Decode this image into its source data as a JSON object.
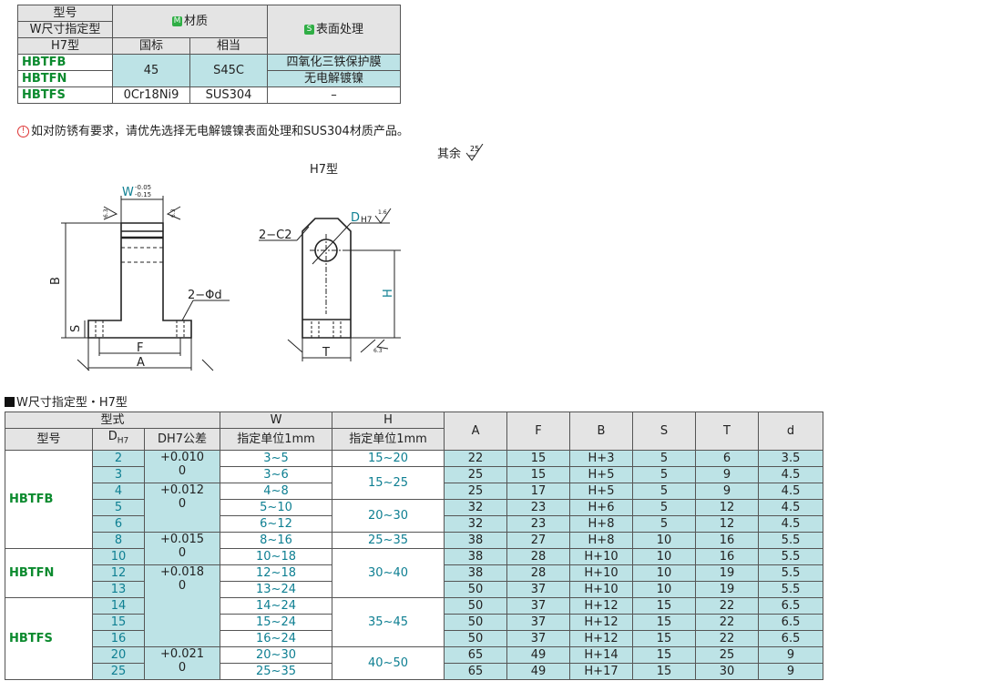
{
  "material_table": {
    "h_model_1": "型号",
    "h_model_2": "W尺寸指定型",
    "h_model_3": "H7型",
    "h_material_badge": "M",
    "h_material": "材质",
    "h_gb": "国标",
    "h_equiv": "相当",
    "h_surface_badge": "S",
    "h_surface": "表面处理",
    "rows": [
      {
        "model": "HBTFB",
        "gb": "45",
        "equiv": "S45C",
        "surface": "四氧化三铁保护膜"
      },
      {
        "model": "HBTFN",
        "surface": "无电解镀镍"
      },
      {
        "model": "HBTFS",
        "gb": "0Cr18Ni9",
        "equiv": "SUS304",
        "surface": "–"
      }
    ]
  },
  "note": {
    "icon": "!",
    "text": "如对防锈有要求，请优先选择无电解镀镍表面处理和SUS304材质产品。"
  },
  "rest_label": "其余",
  "rest_value": "25",
  "h7_title": "H7型",
  "drawing": {
    "w_label": "W",
    "w_tol_upper": "-0.05",
    "w_tol_lower": "-0.15",
    "rough_63": "6.3",
    "b_label": "B",
    "s_label": "S",
    "hole_label": "2−Φd",
    "f_label": "F",
    "a_label": "A",
    "c2_label": "2−C2",
    "d_label": "D",
    "d_sub": "H7",
    "rough_16": "1.6",
    "h_label": "H",
    "t_label": "T"
  },
  "section_title": "W尺寸指定型・H7型",
  "spec_table": {
    "h_type": "型式",
    "h_model": "型号",
    "h_d": "D",
    "h_d_sub": "H7",
    "h_dtol": "DH7公差",
    "h_w": "W",
    "h_w_sub": "指定单位1mm",
    "h_h": "H",
    "h_h_sub": "指定单位1mm",
    "h_a": "A",
    "h_f": "F",
    "h_b": "B",
    "h_s": "S",
    "h_t": "T",
    "h_dd": "d",
    "models": [
      "HBTFB",
      "HBTFN",
      "HBTFS"
    ],
    "tol_groups": [
      {
        "plus": "+0.010",
        "zero": "0"
      },
      {
        "plus": "+0.012",
        "zero": "0"
      },
      {
        "plus": "+0.015",
        "zero": "0"
      },
      {
        "plus": "+0.018",
        "zero": "0"
      },
      {
        "plus": "+0.021",
        "zero": "0"
      }
    ],
    "h_groups": [
      "15~20",
      "15~25",
      "20~30",
      "25~35",
      "30~40",
      "35~45",
      "40~50"
    ],
    "rows": [
      {
        "d": "2",
        "w": "3~5",
        "a": "22",
        "f": "15",
        "b": "H+3",
        "s": "5",
        "t": "6",
        "dd": "3.5"
      },
      {
        "d": "3",
        "w": "3~6",
        "a": "25",
        "f": "15",
        "b": "H+5",
        "s": "5",
        "t": "9",
        "dd": "4.5"
      },
      {
        "d": "4",
        "w": "4~8",
        "a": "25",
        "f": "17",
        "b": "H+5",
        "s": "5",
        "t": "9",
        "dd": "4.5"
      },
      {
        "d": "5",
        "w": "5~10",
        "a": "32",
        "f": "23",
        "b": "H+6",
        "s": "5",
        "t": "12",
        "dd": "4.5"
      },
      {
        "d": "6",
        "w": "6~12",
        "a": "32",
        "f": "23",
        "b": "H+8",
        "s": "5",
        "t": "12",
        "dd": "4.5"
      },
      {
        "d": "8",
        "w": "8~16",
        "a": "38",
        "f": "27",
        "b": "H+8",
        "s": "10",
        "t": "16",
        "dd": "5.5"
      },
      {
        "d": "10",
        "w": "10~18",
        "a": "38",
        "f": "28",
        "b": "H+10",
        "s": "10",
        "t": "16",
        "dd": "5.5"
      },
      {
        "d": "12",
        "w": "12~18",
        "a": "38",
        "f": "28",
        "b": "H+10",
        "s": "10",
        "t": "19",
        "dd": "5.5"
      },
      {
        "d": "13",
        "w": "13~24",
        "a": "50",
        "f": "37",
        "b": "H+10",
        "s": "10",
        "t": "19",
        "dd": "5.5"
      },
      {
        "d": "14",
        "w": "14~24",
        "a": "50",
        "f": "37",
        "b": "H+12",
        "s": "15",
        "t": "22",
        "dd": "6.5"
      },
      {
        "d": "15",
        "w": "15~24",
        "a": "50",
        "f": "37",
        "b": "H+12",
        "s": "15",
        "t": "22",
        "dd": "6.5"
      },
      {
        "d": "16",
        "w": "16~24",
        "a": "50",
        "f": "37",
        "b": "H+12",
        "s": "15",
        "t": "22",
        "dd": "6.5"
      },
      {
        "d": "20",
        "w": "20~30",
        "a": "65",
        "f": "49",
        "b": "H+14",
        "s": "15",
        "t": "25",
        "dd": "9"
      },
      {
        "d": "25",
        "w": "25~35",
        "a": "65",
        "f": "49",
        "b": "H+17",
        "s": "15",
        "t": "30",
        "dd": "9"
      }
    ]
  }
}
